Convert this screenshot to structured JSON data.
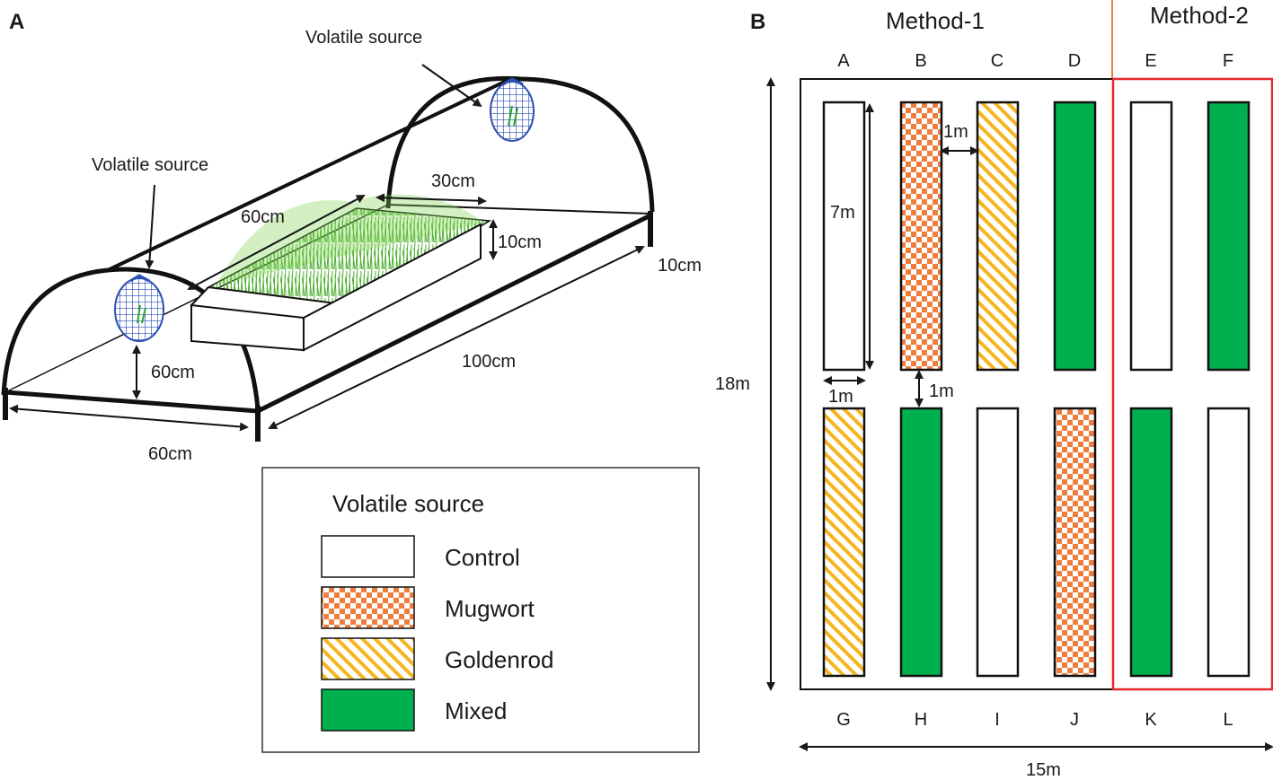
{
  "panel_a": {
    "letter": "A",
    "volatile_source_label_top": "Volatile source",
    "volatile_source_label_left": "Volatile source",
    "dim_30cm": "30cm",
    "dim_60cm_box": "60cm",
    "dim_10cm_box": "10cm",
    "dim_10cm_leg": "10cm",
    "dim_60cm_height": "60cm",
    "dim_100cm": "100cm",
    "dim_60cm_width": "60cm"
  },
  "legend": {
    "title": "Volatile source",
    "items": [
      {
        "label": "Control",
        "pattern": "control"
      },
      {
        "label": "Mugwort",
        "pattern": "mugwort"
      },
      {
        "label": "Goldenrod",
        "pattern": "goldenrod"
      },
      {
        "label": "Mixed",
        "pattern": "mixed"
      }
    ]
  },
  "panel_b": {
    "letter": "B",
    "method1": "Method-1",
    "method2": "Method-2",
    "top_letters": [
      "A",
      "B",
      "C",
      "D",
      "E",
      "F"
    ],
    "bottom_letters": [
      "G",
      "H",
      "I",
      "J",
      "K",
      "L"
    ],
    "top_row": [
      "control",
      "mugwort",
      "goldenrod",
      "mixed",
      "control",
      "mixed"
    ],
    "bottom_row": [
      "goldenrod",
      "mixed",
      "control",
      "mugwort",
      "mixed",
      "control"
    ],
    "dim_1m_gap": "1m",
    "dim_7m": "7m",
    "dim_1m_width": "1m",
    "dim_1m_row_gap": "1m",
    "dim_18m": "18m",
    "dim_15m": "15m"
  },
  "colors": {
    "mixed": "#00b04f",
    "mugwort": "#ef7d3c",
    "goldenrod": "#f5b520",
    "method2_border": "#e8262a",
    "net": "#2c4fb3"
  }
}
